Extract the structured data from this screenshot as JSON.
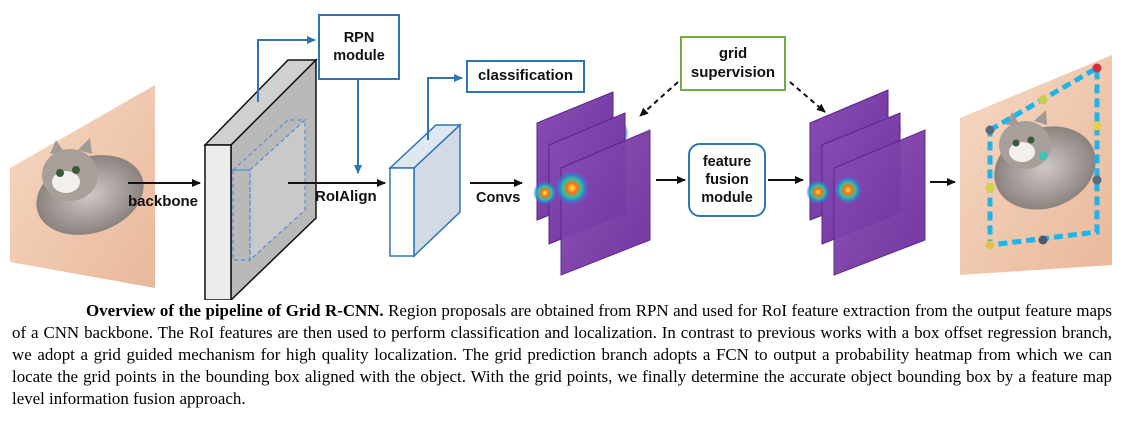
{
  "labels": {
    "backbone": "backbone",
    "rpn_line1": "RPN",
    "rpn_line2": "module",
    "classification": "classification",
    "roialign": "RoIAlign",
    "convs": "Convs",
    "grid_line1": "grid",
    "grid_line2": "supervision",
    "fusion_line1": "feature",
    "fusion_line2": "fusion",
    "fusion_line3": "module"
  },
  "caption": {
    "title": "Overview of the pipeline of Grid R-CNN.",
    "body": "Region proposals are obtained from RPN and used for RoI feature extraction from the output feature maps of a CNN backbone. The RoI features are then used to perform classification and localization. In contrast to previous works with a box offset regression branch, we adopt a grid guided mechanism for high quality localization. The grid prediction branch adopts a FCN to output a probability heatmap from which we can locate the grid points in the bounding box aligned with the object. With the grid points, we finally determine the accurate object bounding box by a feature map level information fusion approach."
  },
  "colors": {
    "rpn_border": "#2e75b6",
    "classification_border": "#2e75b6",
    "grid_border": "#70ad47",
    "fusion_border": "#2e75b6",
    "heatmap": "#7b3fa8",
    "bbox": "#1fb4e8",
    "branch_arrow": "#2e75b6"
  }
}
